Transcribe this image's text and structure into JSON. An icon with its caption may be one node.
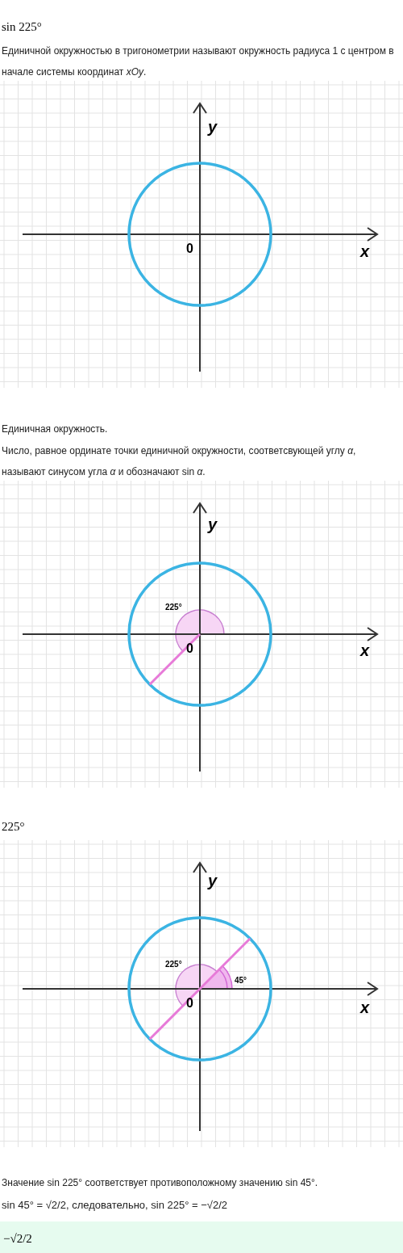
{
  "diagram": {
    "labels": [
      "sin 225°",
      "Единичной окружностью в тригонометрии называют окружность радиуса 1 с центром в начале системы координат *xOy*.",
      "y",
      "0",
      "x",
      "Единичная окружность.",
      "Число, равное ординате точки единичной окружности, соответсвующей углу *α*, называют синусом угла *α* и обозначают sin *α*.",
      "y",
      "225°",
      "0",
      "x",
      "225°",
      "y",
      "225°",
      "45°",
      "0",
      "x",
      "Значение sin 225° соответствует противоположному значению sin 45°.",
      "sin 45° = √2/2, следовательно, sin 225° = −√2/2",
      "−√2/2"
    ]
  }
}
